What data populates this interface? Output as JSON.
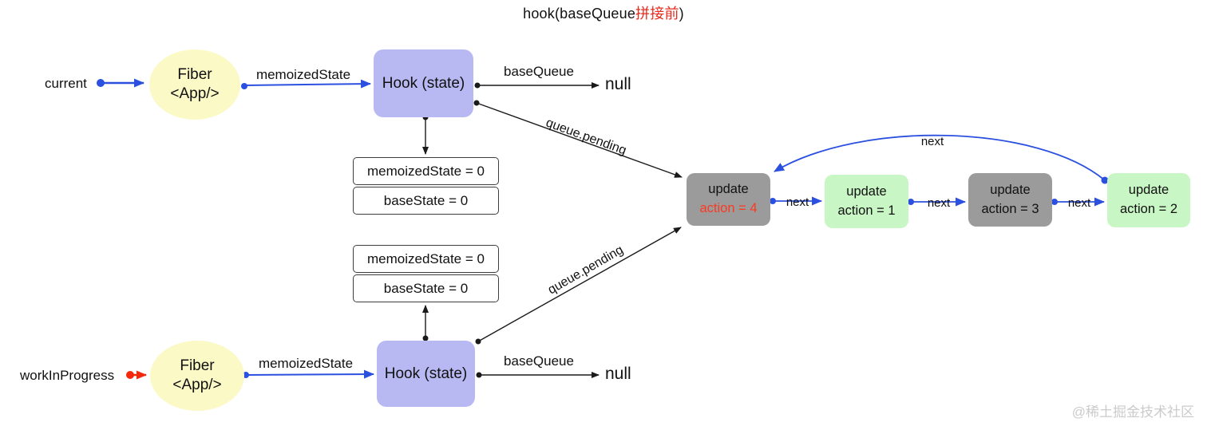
{
  "title": {
    "prefix": "hook(baseQueue",
    "highlight": "拼接前",
    "suffix": ")"
  },
  "watermark": "@稀土掘金技术社区",
  "colors": {
    "pointer_blue": "#2b50e0",
    "pointer_red": "#f5270b",
    "action_red": "#fb3a20",
    "fiber_yellow": "#fbf9c5",
    "hook_purple": "#b8b8f2",
    "update_gray": "#9b9b9b",
    "update_green": "#c9f6c5"
  },
  "current_tree": {
    "pointer_label": "current",
    "fiber": {
      "line1": "Fiber",
      "line2": "<App/>"
    },
    "memoized_edge_label": "memoizedState",
    "hook_label": "Hook (state)",
    "base_queue_label": "baseQueue",
    "null_label": "null",
    "queue_pending_label": "queue.pending",
    "state_box": {
      "memoized": "memoizedState = 0",
      "base": "baseState = 0"
    }
  },
  "wip_tree": {
    "pointer_label": "workInProgress",
    "fiber": {
      "line1": "Fiber",
      "line2": "<App/>"
    },
    "memoized_edge_label": "memoizedState",
    "hook_label": "Hook (state)",
    "base_queue_label": "baseQueue",
    "null_label": "null",
    "queue_pending_label": "queue.pending",
    "state_box": {
      "memoized": "memoizedState = 0",
      "base": "baseState = 0"
    }
  },
  "update_chain": {
    "next_label": "next",
    "cycle_label": "next",
    "nodes": [
      {
        "line1": "update",
        "line2": "action = 4",
        "variant": "gray",
        "line2_color": "#fb3a20"
      },
      {
        "line1": "update",
        "line2": "action = 1",
        "variant": "green"
      },
      {
        "line1": "update",
        "line2": "action = 3",
        "variant": "gray"
      },
      {
        "line1": "update",
        "line2": "action = 2",
        "variant": "green"
      }
    ]
  }
}
